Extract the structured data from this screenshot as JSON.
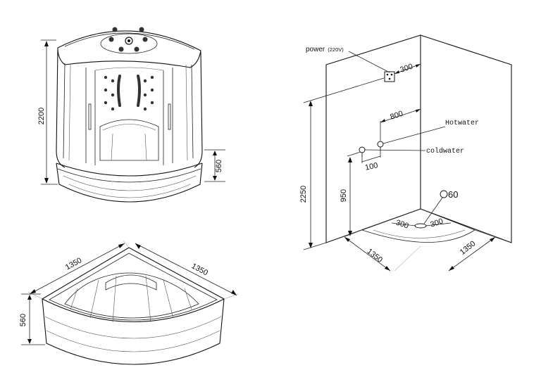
{
  "cabin": {
    "height_label": "2200",
    "tray_height_label": "560"
  },
  "tray": {
    "width_left_label": "1350",
    "width_right_label": "1350",
    "height_label": "560"
  },
  "installation": {
    "power_label": "power",
    "power_voltage_label": "(220V)",
    "power_offset_label": "300",
    "hotwater_label": "Hotwater",
    "coldwater_label": "coldwater",
    "pipe_span_label": "800",
    "pipe_gap_label": "100",
    "pipe_height_label": "950",
    "wall_height_label": "2250",
    "drain_label": "60",
    "drain_offset_left_label": "300",
    "drain_offset_right_label": "300",
    "floor_left_label": "1350",
    "floor_right_label": "1350"
  },
  "colors": {
    "line": "#111111",
    "background": "#ffffff"
  }
}
